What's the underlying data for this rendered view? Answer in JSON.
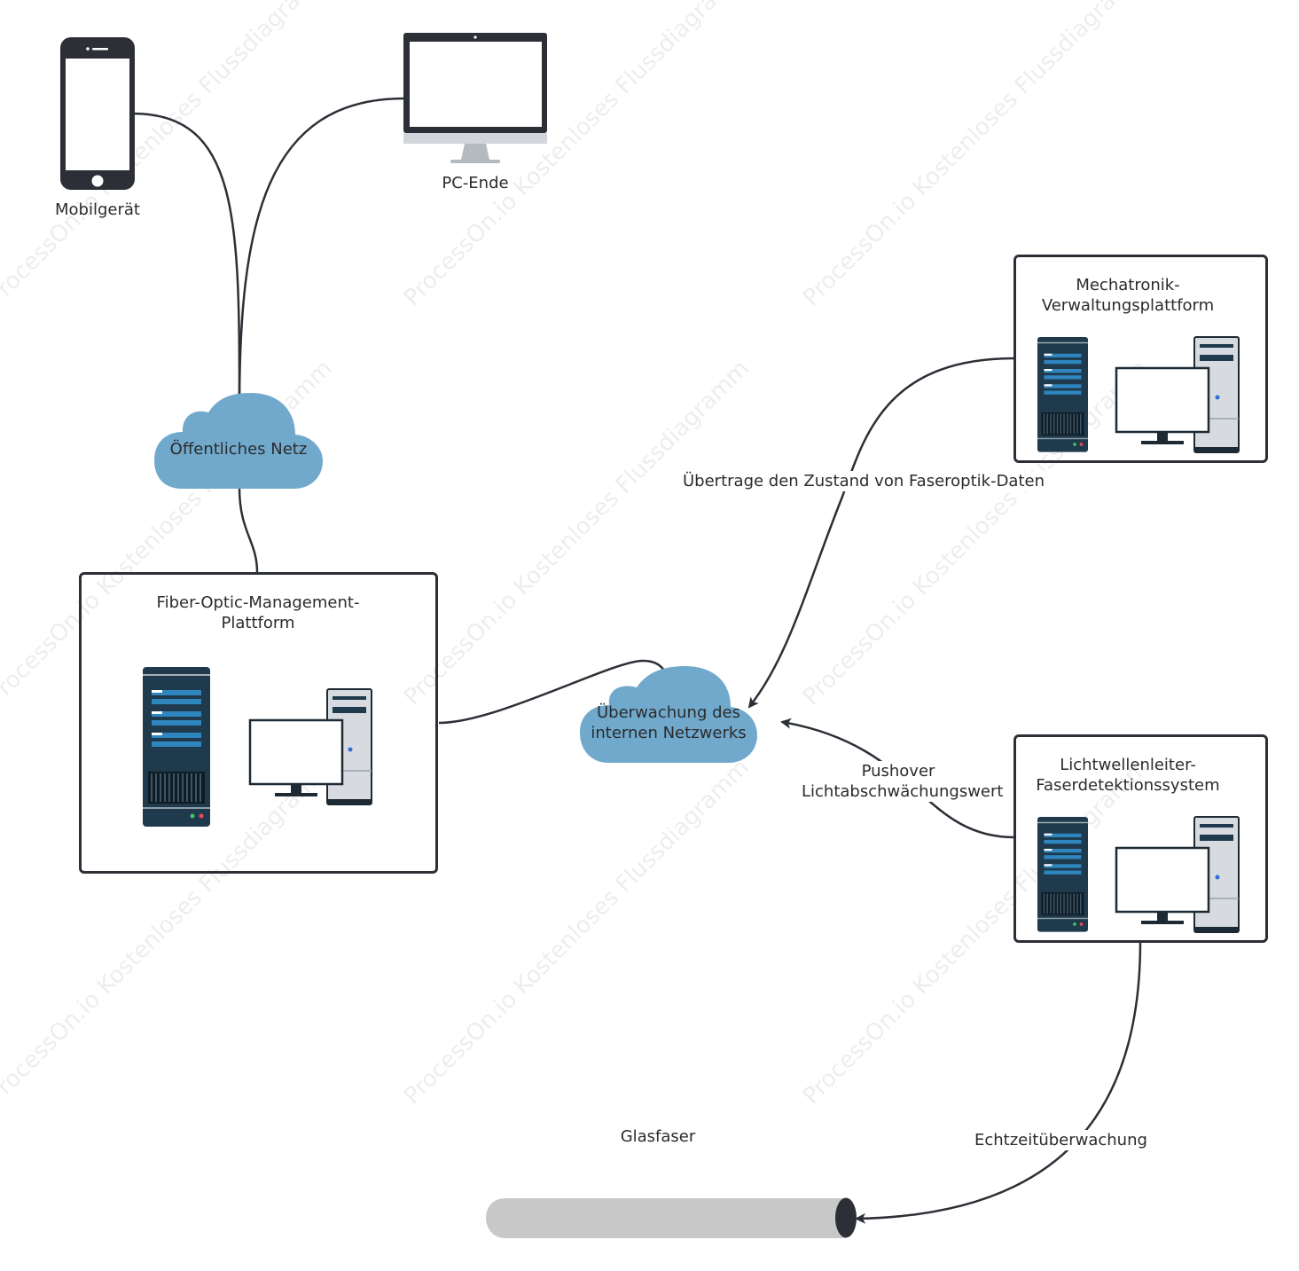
{
  "devices": {
    "mobile_label": "Mobilgerät",
    "pc_label": "PC-Ende"
  },
  "clouds": {
    "public_label": "Öffentliches Netz",
    "internal_label": "Überwachung des internen Netzwerks"
  },
  "boxes": {
    "fiber_mgmt_title": "Fiber-Optic-Management-Plattform",
    "mechatronik_title": "Mechatronik-Verwaltungsplattform",
    "detection_title": "Lichtwellenleiter-Faserdetektionssystem"
  },
  "edges": {
    "transmit_label": "Übertrage den Zustand von Faseroptik-Daten",
    "pushover_label": "Pushover Lichtabschwächungswert",
    "realtime_label": "Echtzeitüberwachung"
  },
  "fiber": {
    "label": "Glasfaser"
  },
  "watermark": {
    "text": "ProcessOn.io Kostenloses Flussdiagramm"
  },
  "colors": {
    "cloud": "#71a9cd",
    "line": "#2c2f36",
    "server_dark": "#1e3a4c",
    "server_accent": "#2f86bf",
    "pc_light": "#d7dbe0",
    "fiber": "#c8c8c8"
  }
}
